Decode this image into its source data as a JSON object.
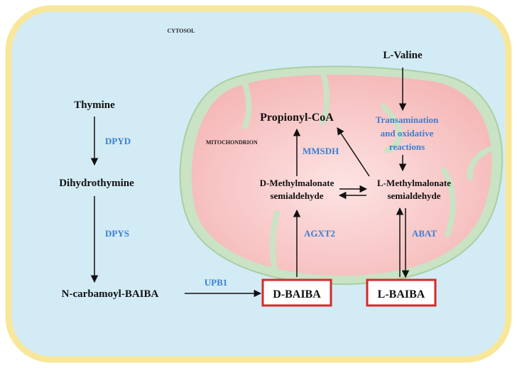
{
  "compartments": {
    "cytosol": "CYTOSOL",
    "mitochondrion": "MITOCHONDRION"
  },
  "metabolites": {
    "thymine": "Thymine",
    "dihydrothymine": "Dihydrothymine",
    "n_carbamoyl_baiba": "N-carbamoyl-BAIBA",
    "l_valine": "L-Valine",
    "propionyl_coa": "Propionyl-CoA",
    "d_mmsa_line1": "D-Methylmalonate",
    "d_mmsa_line2": "semialdehyde",
    "l_mmsa_line1": "L-Methylmalonate",
    "l_mmsa_line2": "semialdehyde",
    "d_baiba": "D-BAIBA",
    "l_baiba": "L-BAIBA"
  },
  "enzymes": {
    "dpyd": "DPYD",
    "dpys": "DPYS",
    "upb1": "UPB1",
    "mmsdh": "MMSDH",
    "agxt2": "AGXT2",
    "abat": "ABAT",
    "transamination_line1": "Transamination",
    "transamination_line2": "and oxidative",
    "transamination_line3": "reactions"
  },
  "colors": {
    "cytosol_fill": "#d3ebf5",
    "cell_border": "#f8e79a",
    "mito_outer": "#c9e3c4",
    "mito_inner": "#f7c3c3",
    "enzyme_text": "#3a7fd5",
    "box_border": "#d42a2a"
  }
}
